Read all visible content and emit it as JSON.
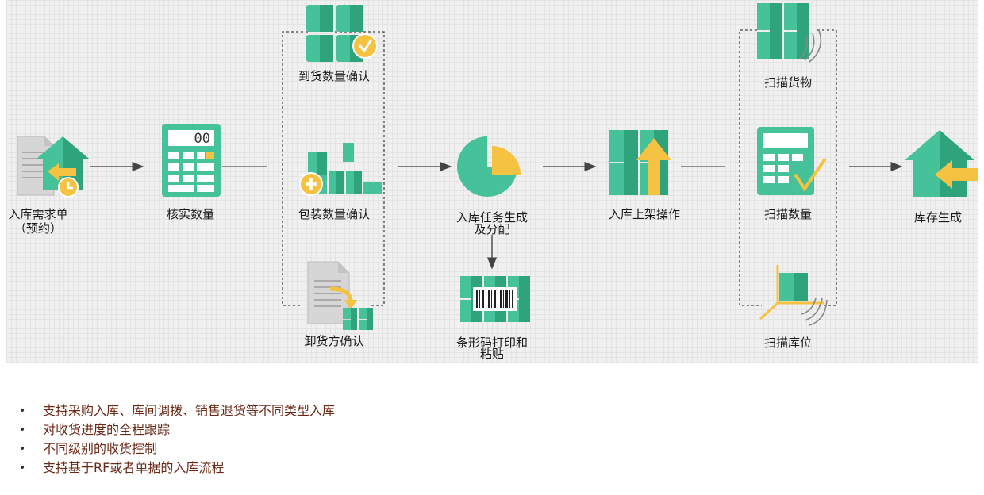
{
  "steps": {
    "request_line1": "入库需求单",
    "request_line2": "（预约）",
    "verify_qty": "核实数量",
    "calculator_display": "00",
    "arrival_qty_confirm": "到货数量确认",
    "package_qty_confirm": "包装数量确认",
    "unload_party_confirm": "卸货方确认",
    "task_line1": "入库任务生成",
    "task_line2": "及分配",
    "barcode_line1": "条形码打印和",
    "barcode_line2": "粘贴",
    "putaway": "入库上架操作",
    "scan_goods": "扫描货物",
    "scan_qty": "扫描数量",
    "scan_location": "扫描库位",
    "inventory_gen": "库存生成"
  },
  "features": [
    "支持采购入库、库间调拨、销售退货等不同类型入库",
    "对收货进度的全程跟踪",
    "不同级别的收货控制",
    "支持基于RF或者单据的入库流程"
  ],
  "colors": {
    "green": "#46c29a",
    "dark_green": "#2ea37c",
    "yellow": "#f5c242",
    "gray_doc": "#d6d6d6",
    "arrow": "#444444",
    "bullet_text": "#6b2a18"
  }
}
